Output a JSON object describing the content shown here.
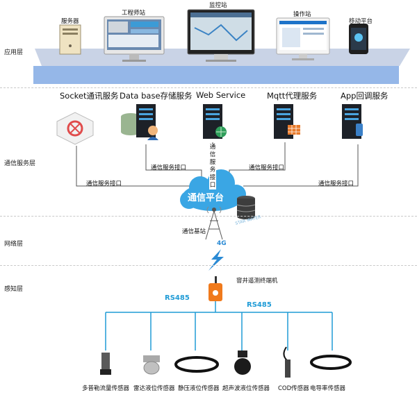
{
  "layers": {
    "application": "应用层",
    "comm_service": "通信服务层",
    "network": "网络层",
    "perception": "感知层"
  },
  "app_devices": {
    "server": "服务器",
    "engineer": "工程师站",
    "monitor": "监控站",
    "operator": "操作站",
    "mobile": "移动平台"
  },
  "services": {
    "socket": "Socket通讯服务",
    "database": "Data base存储服务",
    "web": "Web Service",
    "mqtt": "Mqtt代理服务",
    "app": "App回调服务"
  },
  "interfaces": {
    "left_outer": "通信服务接口",
    "left_inner": "通信服务接口",
    "center_vertical": "通信服务接口",
    "right_inner": "通信服务接口",
    "right_outer": "通信服务接口"
  },
  "platform": {
    "label": "通信平台",
    "watermark": "STAR WATER"
  },
  "network": {
    "base_station": "通信基站",
    "signal": "4G"
  },
  "perception": {
    "terminal": "窨井遥测终端机",
    "rs485_left": "RS485",
    "rs485_right": "RS485"
  },
  "sensors": [
    "多普勒流量传感器",
    "雷达液位传感器",
    "静压液位传感器",
    "超声波液位传感器",
    "COD传感器",
    "电导率传感器"
  ],
  "colors": {
    "cloud": "#3aa6e4",
    "band": "#c5d2e8",
    "band_front": "#8fb3e6",
    "rs485": "#1f9bd6",
    "terminal": "#f07a1c"
  }
}
